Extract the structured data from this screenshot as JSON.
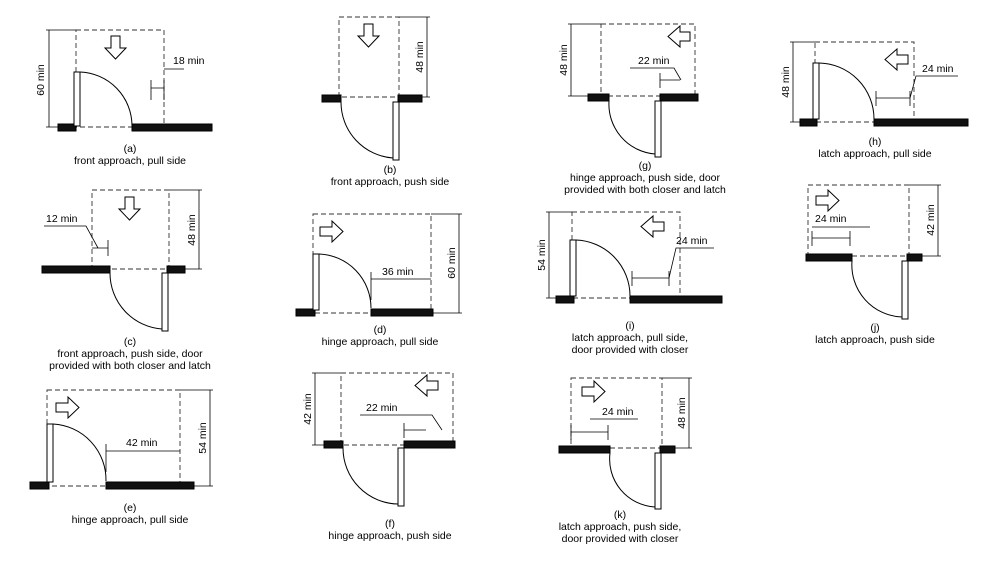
{
  "figures": {
    "a": {
      "letter": "(a)",
      "lines": [
        "front approach, pull side"
      ],
      "dims": [
        "60 min",
        "18 min"
      ]
    },
    "b": {
      "letter": "(b)",
      "lines": [
        "front approach, push side"
      ],
      "dims": [
        "48 min"
      ]
    },
    "c": {
      "letter": "(c)",
      "lines": [
        "front approach, push side, door",
        "provided with both closer and latch"
      ],
      "dims": [
        "12 min",
        "48 min"
      ]
    },
    "d": {
      "letter": "(d)",
      "lines": [
        "hinge approach, pull side"
      ],
      "dims": [
        "36 min",
        "60 min"
      ]
    },
    "e": {
      "letter": "(e)",
      "lines": [
        "hinge approach, pull side"
      ],
      "dims": [
        "42 min",
        "54 min"
      ]
    },
    "f": {
      "letter": "(f)",
      "lines": [
        "hinge approach, push side"
      ],
      "dims": [
        "42 min",
        "22 min"
      ]
    },
    "g": {
      "letter": "(g)",
      "lines": [
        "hinge approach, push side, door",
        "provided with both closer and latch"
      ],
      "dims": [
        "48 min",
        "22 min"
      ]
    },
    "h": {
      "letter": "(h)",
      "lines": [
        "latch approach, pull side"
      ],
      "dims": [
        "48 min",
        "24 min"
      ]
    },
    "i": {
      "letter": "(i)",
      "lines": [
        "latch approach, pull side,",
        "door provided with closer"
      ],
      "dims": [
        "54 min",
        "24 min"
      ]
    },
    "j": {
      "letter": "(j)",
      "lines": [
        "latch approach, push side"
      ],
      "dims": [
        "24 min",
        "42 min"
      ]
    },
    "k": {
      "letter": "(k)",
      "lines": [
        "latch approach, push side,",
        "door provided with closer"
      ],
      "dims": [
        "24 min",
        "48 min"
      ]
    }
  }
}
